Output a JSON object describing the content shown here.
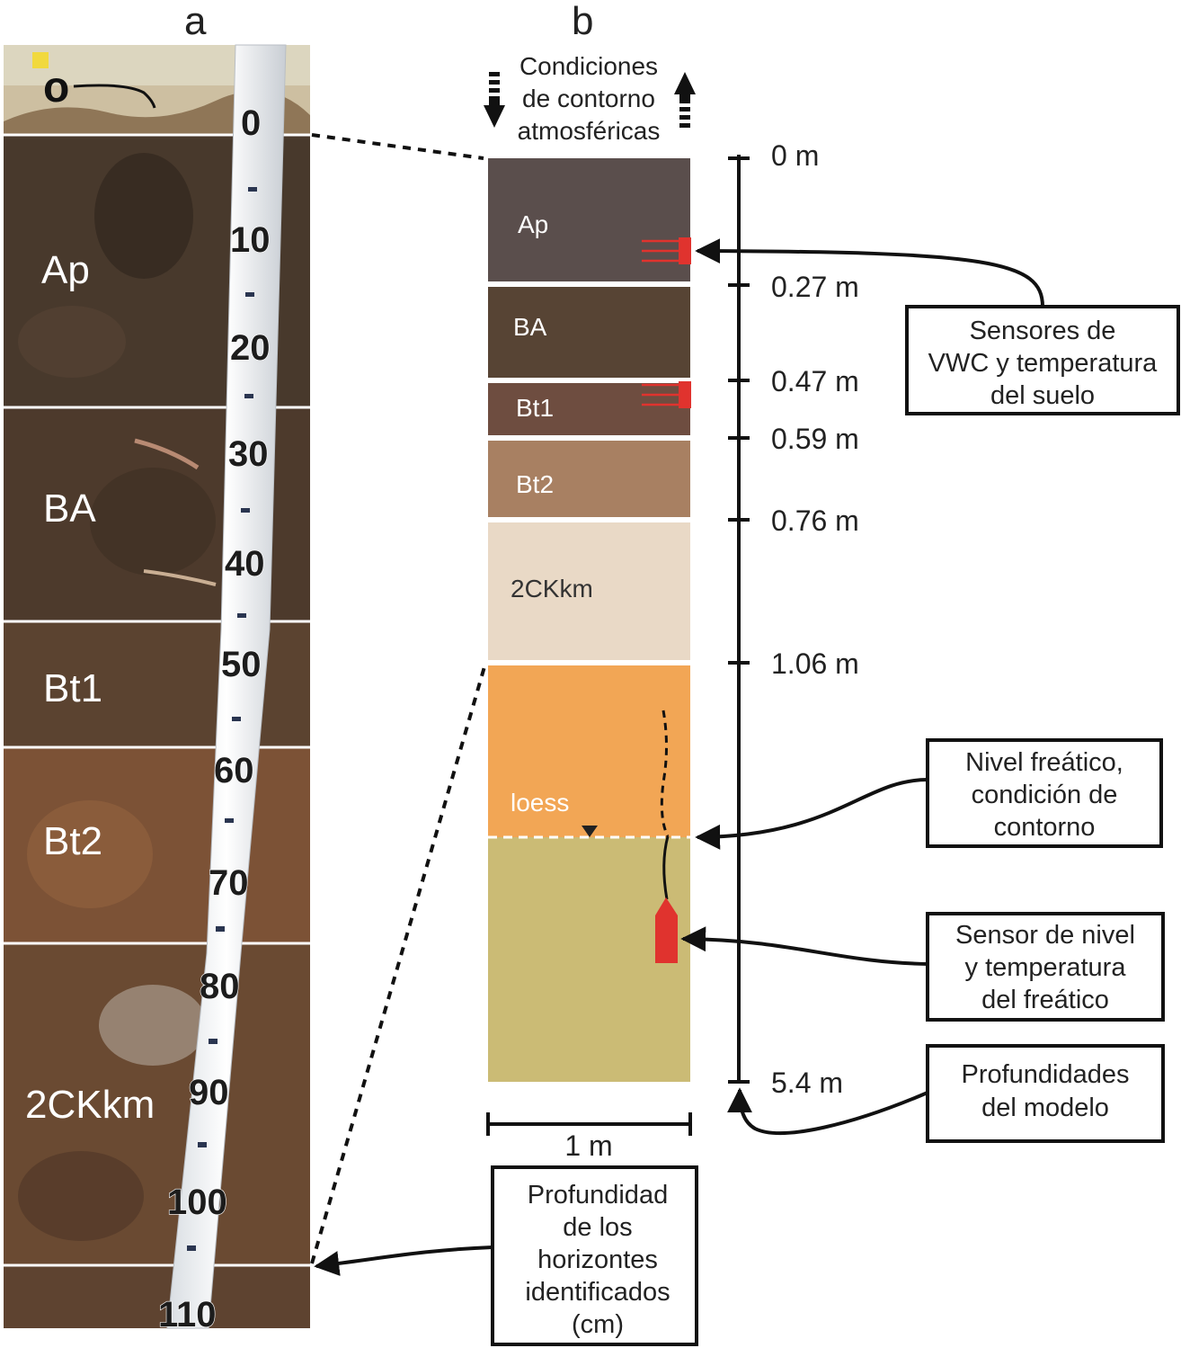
{
  "panels": {
    "a": "a",
    "b": "b"
  },
  "photo": {
    "o_label": "o",
    "horizons": [
      "Ap",
      "BA",
      "Bt1",
      "Bt2",
      "2CKkm"
    ],
    "tape_ticks": [
      "0",
      "10",
      "20",
      "30",
      "40",
      "50",
      "60",
      "70",
      "80",
      "90",
      "100",
      "110"
    ]
  },
  "atmosphere": {
    "lines": [
      "Condiciones",
      "de contorno",
      "atmosféricas"
    ]
  },
  "column": {
    "layers": [
      {
        "label": "Ap",
        "color": "#5a4e4c"
      },
      {
        "label": "BA",
        "color": "#574434"
      },
      {
        "label": "Bt1",
        "color": "#6e4d40"
      },
      {
        "label": "Bt2",
        "color": "#a88062"
      },
      {
        "label": "2CKkm",
        "color": "#e9d9c6"
      },
      {
        "label": "loess",
        "color": "#f2a655"
      },
      {
        "label": "",
        "color": "#cbbb75"
      }
    ],
    "sensor_color": "#e0332e"
  },
  "depth_axis": {
    "ticks": [
      "0 m",
      "0.27 m",
      "0.47 m",
      "0.59 m",
      "0.76 m",
      "1.06 m",
      "5.4 m"
    ]
  },
  "scale_bar": {
    "label": "1 m"
  },
  "callouts": {
    "vwc": [
      "Sensores de",
      "VWC y temperatura",
      "del suelo"
    ],
    "water_table": [
      "Nivel freático,",
      "condición de",
      "contorno"
    ],
    "level_sensor": [
      "Sensor de nivel",
      "y temperatura",
      "del freático"
    ],
    "model_depths": [
      "Profundidades",
      "del modelo"
    ],
    "horizon_depth": [
      "Profundidad",
      "de los",
      "horizontes",
      "identificados",
      "(cm)"
    ]
  }
}
